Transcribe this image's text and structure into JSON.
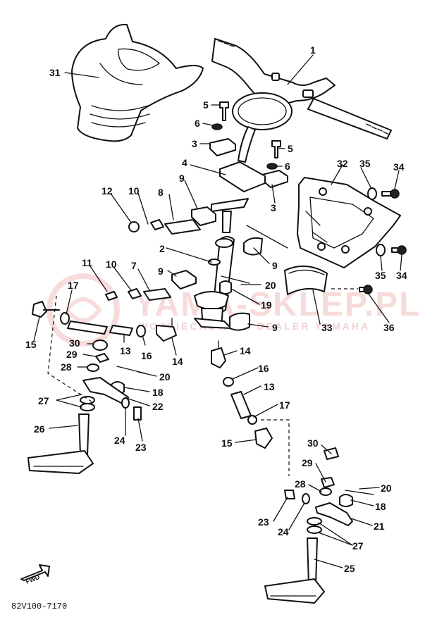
{
  "diagram_code": "82V100-7170",
  "fwd_label": "FWD",
  "watermark": {
    "line1": "YAMA-SKLEP.PL",
    "line2": "WOJCIECHOWSKI DEALER YAMAHA"
  },
  "callouts": {
    "c1": "1",
    "c2": "2",
    "c3a": "3",
    "c3b": "3",
    "c4": "4",
    "c5a": "5",
    "c5b": "5",
    "c6a": "6",
    "c6b": "6",
    "c7": "7",
    "c8": "8",
    "c9a": "9",
    "c9b": "9",
    "c9c": "9",
    "c9d": "9",
    "c10a": "10",
    "c10b": "10",
    "c11": "11",
    "c12": "12",
    "c13a": "13",
    "c13b": "13",
    "c14a": "14",
    "c14b": "14",
    "c15a": "15",
    "c15b": "15",
    "c16a": "16",
    "c16b": "16",
    "c17a": "17",
    "c17b": "17",
    "c18a": "18",
    "c18b": "18",
    "c19": "19",
    "c20a": "20",
    "c20b": "20",
    "c20c": "20",
    "c21": "21",
    "c22": "22",
    "c23a": "23",
    "c23b": "23",
    "c24a": "24",
    "c24b": "24",
    "c25": "25",
    "c26": "26",
    "c27a": "27",
    "c27b": "27",
    "c28a": "28",
    "c28b": "28",
    "c29a": "29",
    "c29b": "29",
    "c30a": "30",
    "c30b": "30",
    "c31": "31",
    "c32": "32",
    "c33": "33",
    "c34a": "34",
    "c34b": "34",
    "c35a": "35",
    "c35b": "35",
    "c36": "36"
  }
}
